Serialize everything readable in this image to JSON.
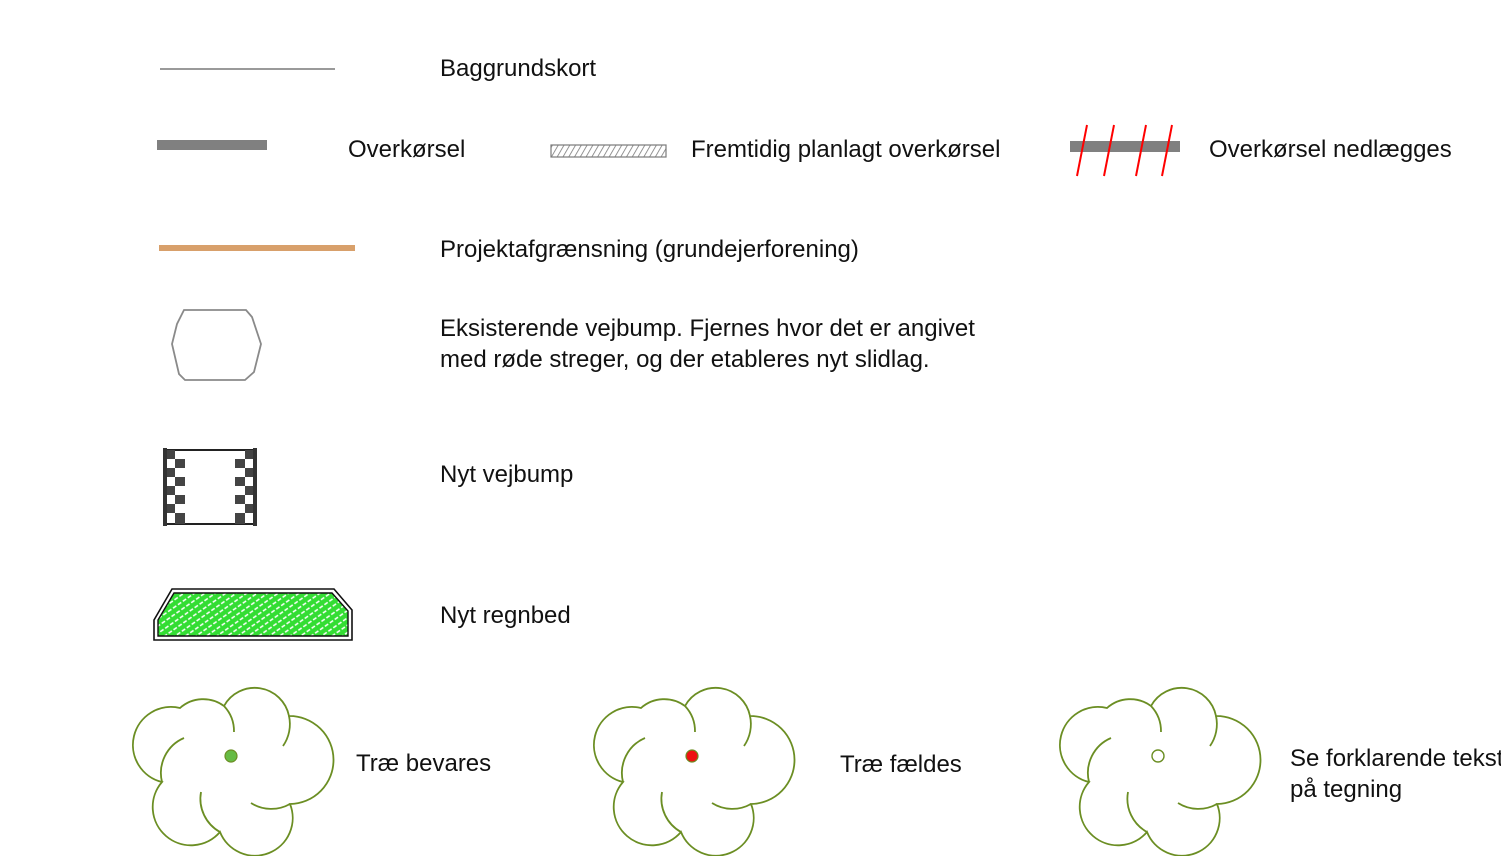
{
  "legend": {
    "background_map": {
      "label": "Baggrundskort",
      "color": "#9a9a9a"
    },
    "driveway": {
      "label": "Overkørsel",
      "color": "#808080"
    },
    "future_driveway": {
      "label": "Fremtidig planlagt overkørsel",
      "color": "#7a7a7a"
    },
    "driveway_removed": {
      "label": "Overkørsel nedlægges",
      "color": "#808080",
      "strike_color": "#ff0000"
    },
    "project_boundary": {
      "label": "Projektafgrænsning (grundejerforening)",
      "color": "#d8a06b"
    },
    "existing_bump": {
      "label_line1": "Eksisterende vejbump. Fjernes hvor det er angivet",
      "label_line2": "med røde streger, og der etableres nyt slidlag.",
      "color": "#8a8a8a"
    },
    "new_bump": {
      "label": "Nyt vejbump",
      "color": "#444444"
    },
    "rain_bed": {
      "label": "Nyt regnbed",
      "color": "#33dd33"
    },
    "tree_keep": {
      "label": "Træ bevares",
      "center_color": "#66bb44"
    },
    "tree_fell": {
      "label": "Træ fældes",
      "center_color": "#ee1111"
    },
    "tree_note": {
      "label_line1": "Se forklarende tekst",
      "label_line2": "på tegning",
      "center_color": "#ffffff"
    },
    "tree_outline_color": "#6b8e23"
  }
}
